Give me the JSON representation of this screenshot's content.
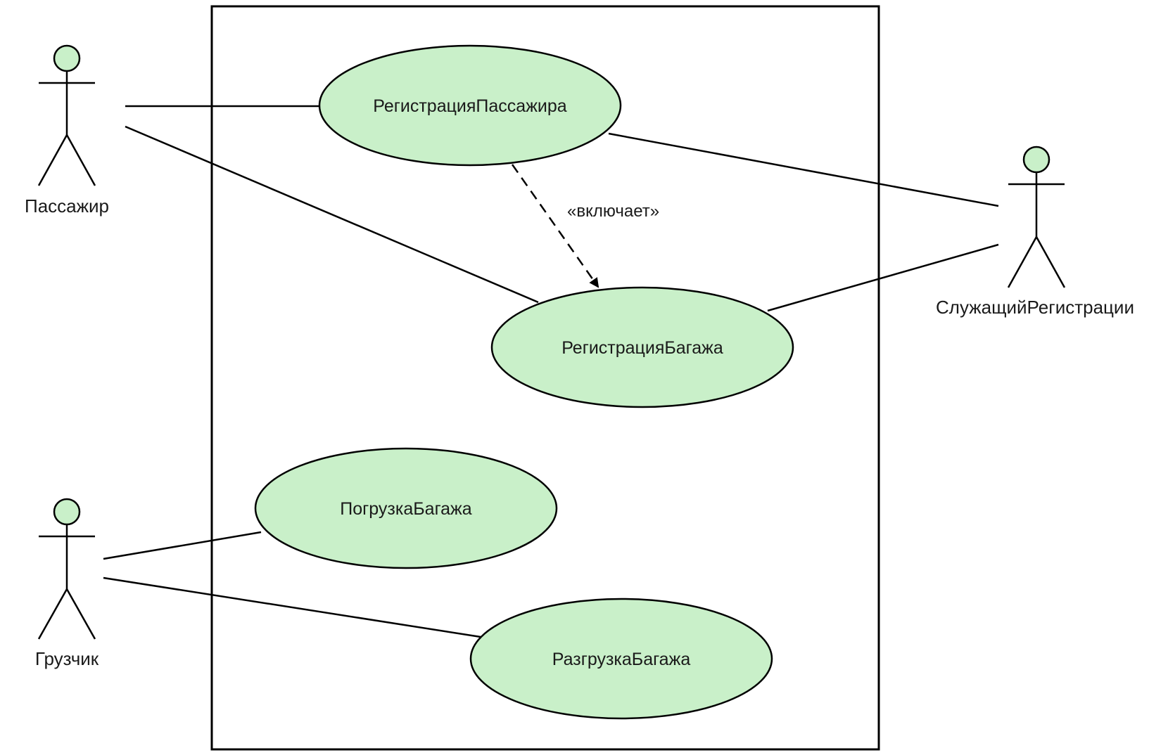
{
  "colors": {
    "element_fill": "#c9f0c9",
    "stroke": "#000000",
    "background": "#ffffff"
  },
  "actors": {
    "passenger": {
      "name": "Пассажир"
    },
    "clerk": {
      "name": "СлужащийРегистрации"
    },
    "loader": {
      "name": "Грузчик"
    }
  },
  "use_cases": {
    "passenger_checkin": {
      "name": "РегистрацияПассажира"
    },
    "baggage_checkin": {
      "name": "РегистрацияБагажа"
    },
    "baggage_loading": {
      "name": "ПогрузкаБагажа"
    },
    "baggage_unloading": {
      "name": "РазгрузкаБагажа"
    }
  },
  "relationships": {
    "include_label": "«включает»"
  }
}
